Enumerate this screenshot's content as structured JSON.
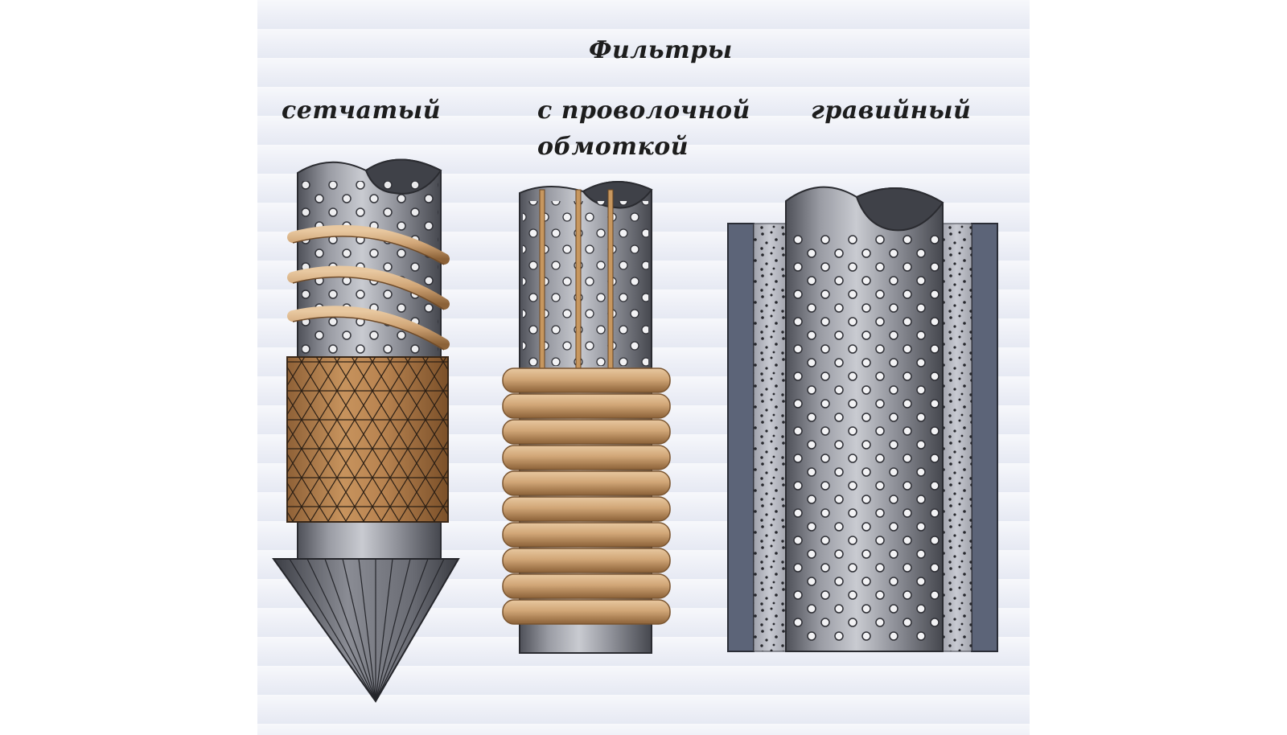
{
  "title": "Фильтры",
  "filters": [
    {
      "label_lines": [
        "сетчатый"
      ]
    },
    {
      "label_lines": [
        "с проволочной",
        "обмоткой"
      ]
    },
    {
      "label_lines": [
        "гравийный"
      ]
    }
  ]
}
